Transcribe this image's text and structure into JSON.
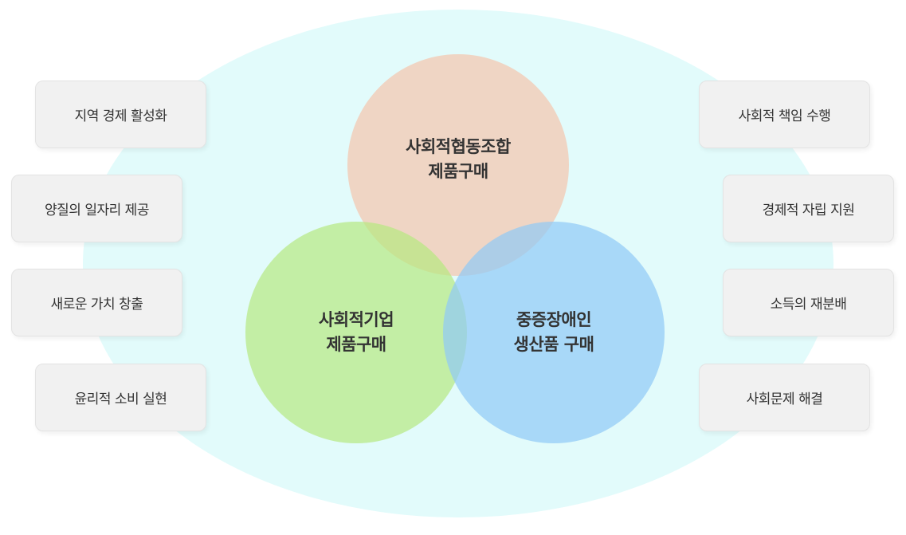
{
  "circles": {
    "top": {
      "line1": "사회적협동조합",
      "line2": "제품구매",
      "color": "#f5c4ac"
    },
    "left": {
      "line1": "사회적기업",
      "line2": "제품구매",
      "color": "#b7e880"
    },
    "right": {
      "line1": "중증장애인",
      "line2": "생산품 구매",
      "color": "#90c9f7"
    }
  },
  "left_boxes": [
    "지역 경제 활성화",
    "양질의 일자리 제공",
    "새로운 가치 창출",
    "윤리적 소비 실현"
  ],
  "right_boxes": [
    "사회적 책임 수행",
    "경제적 자립 지원",
    "소득의 재분배",
    "사회문제 해결"
  ],
  "colors": {
    "background_ellipse": "#e2fbfb",
    "box_fill": "#f1f1f1",
    "text": "#333333"
  }
}
